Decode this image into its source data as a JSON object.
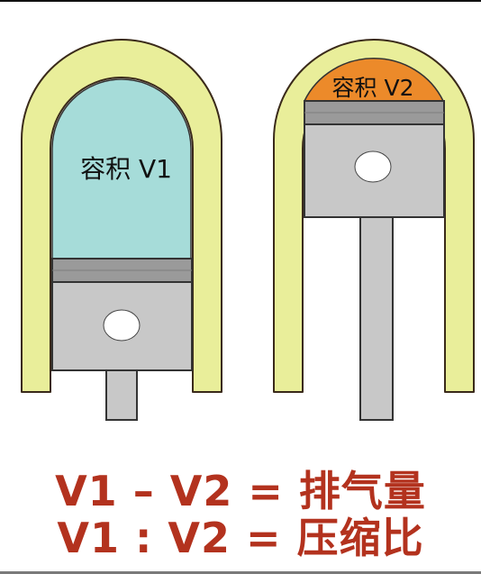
{
  "labels": {
    "left_volume": "容积 V1",
    "right_volume": "容积 V2"
  },
  "formulas": {
    "displacement": "V1 – V2 = 排气量",
    "compression_ratio": "V1 : V2 = 压缩比"
  },
  "colors": {
    "cylinder_wall": "#e9ee9a",
    "wall_outline": "#3a2a1a",
    "volume_v1": "#a6dcd9",
    "volume_v2": "#ec8a2a",
    "piston": "#c8c8c8",
    "piston_ring": "#9a9a9a",
    "formula_text": "#b3321e"
  }
}
